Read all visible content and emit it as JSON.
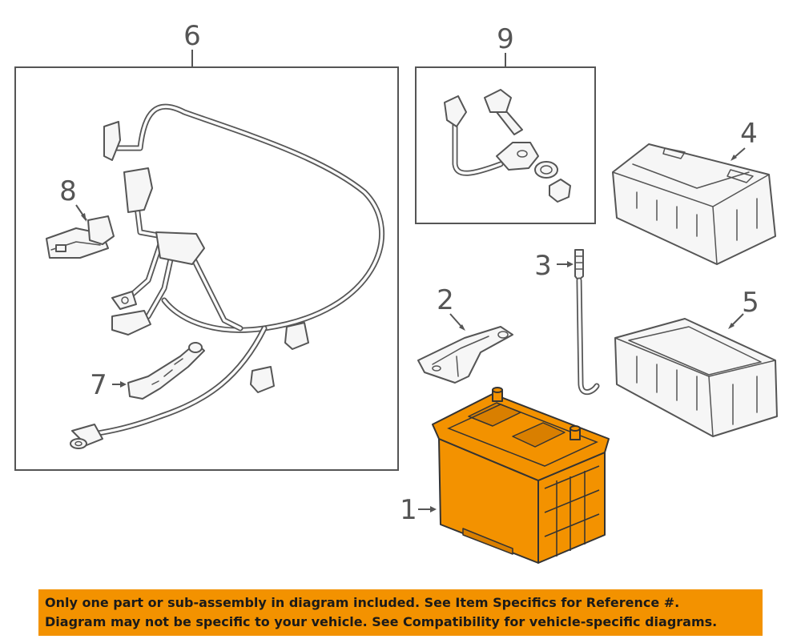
{
  "callouts": {
    "c1": "1",
    "c2": "2",
    "c3": "3",
    "c4": "4",
    "c5": "5",
    "c6": "6",
    "c7": "7",
    "c8": "8",
    "c9": "9"
  },
  "colors": {
    "battery": "#f39200",
    "banner": "#f39200",
    "line": "#555555"
  },
  "disclaimer": {
    "line1": "Only one part or sub-assembly in diagram included. See Item Specifics for Reference #.",
    "line2": "Diagram may not be specific to your vehicle. See Compatibility for vehicle-specific diagrams."
  }
}
